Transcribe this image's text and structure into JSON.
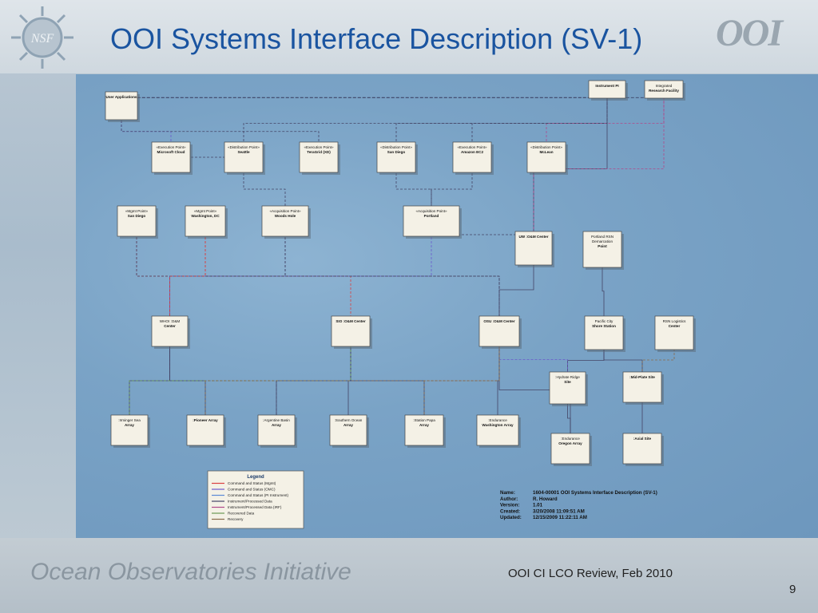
{
  "slide": {
    "title": "OOI Systems Interface Description (SV-1)",
    "footer_org": "Ocean Observatories Initiative",
    "footer_event": "OOI CI LCO Review, Feb 2010",
    "page_number": "9",
    "nsf_logo": "NSF",
    "ooi_logo": "OOI"
  },
  "diagram": {
    "nodes": [
      {
        "id": "user",
        "lines": [
          "User Applications"
        ]
      },
      {
        "id": "instpi",
        "lines": [
          "Instrument PI"
        ]
      },
      {
        "id": "irf",
        "lines": [
          "Integrated",
          "Research Facility"
        ]
      },
      {
        "id": "ms",
        "lines": [
          "«Execution Point»",
          "Microsoft Cloud"
        ]
      },
      {
        "id": "sea",
        "lines": [
          "«Distribution Point»",
          "Seattle"
        ]
      },
      {
        "id": "tg",
        "lines": [
          "«Execution Point»",
          "TeraGrid (XD)"
        ]
      },
      {
        "id": "sd1",
        "lines": [
          "«Distribution Point»",
          "San Diego"
        ]
      },
      {
        "id": "ec2",
        "lines": [
          "«Execution Point»",
          "Amazon EC2"
        ]
      },
      {
        "id": "mcl",
        "lines": [
          "«Distribution Point»",
          "McLean"
        ]
      },
      {
        "id": "sd2",
        "lines": [
          "«Mgmt Point»",
          "San Diego"
        ]
      },
      {
        "id": "dc",
        "lines": [
          "«Mgmt Point»",
          "Washington, DC"
        ]
      },
      {
        "id": "wh",
        "lines": [
          "«Acquisition Point»",
          "Woods Hole"
        ]
      },
      {
        "id": "pdx",
        "lines": [
          "«Acquisition Point»",
          "Portland"
        ]
      },
      {
        "id": "uw",
        "lines": [
          "UW :O&M Center"
        ]
      },
      {
        "id": "rsndp",
        "lines": [
          "Portland RSN",
          "Demarcation",
          "Point"
        ]
      },
      {
        "id": "whoi",
        "lines": [
          "WHOI :O&M",
          "Center"
        ]
      },
      {
        "id": "sio",
        "lines": [
          "SIO :O&M Center"
        ]
      },
      {
        "id": "osu",
        "lines": [
          "OSU :O&M Center"
        ]
      },
      {
        "id": "pcs",
        "lines": [
          "Pacific City",
          "Shore Station"
        ]
      },
      {
        "id": "rsnl",
        "lines": [
          "RSN Logistics",
          "Center"
        ]
      },
      {
        "id": "hr",
        "lines": [
          ":Hydrate Ridge",
          "Site"
        ]
      },
      {
        "id": "mp",
        "lines": [
          ":Mid-Plate Site"
        ]
      },
      {
        "id": "irm",
        "lines": [
          ":Irminger Sea",
          "Array"
        ]
      },
      {
        "id": "pio",
        "lines": [
          ":Pioneer Array"
        ]
      },
      {
        "id": "arg",
        "lines": [
          ":Argentine Basin",
          "Array"
        ]
      },
      {
        "id": "soc",
        "lines": [
          ":Southern Ocean",
          "Array"
        ]
      },
      {
        "id": "papa",
        "lines": [
          ":Station Papa",
          "Array"
        ]
      },
      {
        "id": "endw",
        "lines": [
          ":Endurance",
          "Washington Array"
        ]
      },
      {
        "id": "endo",
        "lines": [
          ":Endurance",
          "Oregon Array"
        ]
      },
      {
        "id": "axial",
        "lines": [
          ":Axial Site"
        ]
      }
    ],
    "legend": {
      "title": "Legend",
      "items": [
        {
          "label": "Command and Status (Mgmt)",
          "color": "#d94040"
        },
        {
          "label": "Command and Status (OMC)",
          "color": "#6a5acd"
        },
        {
          "label": "Command and Status (PI Instrument)",
          "color": "#5a8ad6"
        },
        {
          "label": "Instrument/Processed Data",
          "color": "#444466"
        },
        {
          "label": "Instrument/Processed Data (IRF)",
          "color": "#b04a8a"
        },
        {
          "label": "Recovered Data",
          "color": "#6b9a52"
        },
        {
          "label": "Recovery",
          "color": "#8a6a4a"
        }
      ]
    },
    "info": [
      {
        "key": "Name:",
        "value": "1604-00001  OOI Systems Interface Description (SV-1)"
      },
      {
        "key": "Author:",
        "value": "R. Howard"
      },
      {
        "key": "Version:",
        "value": "1.01"
      },
      {
        "key": "Created:",
        "value": "3/20/2008 11:09:51 AM"
      },
      {
        "key": "Updated:",
        "value": "12/15/2009 11:22:11 AM"
      }
    ]
  }
}
